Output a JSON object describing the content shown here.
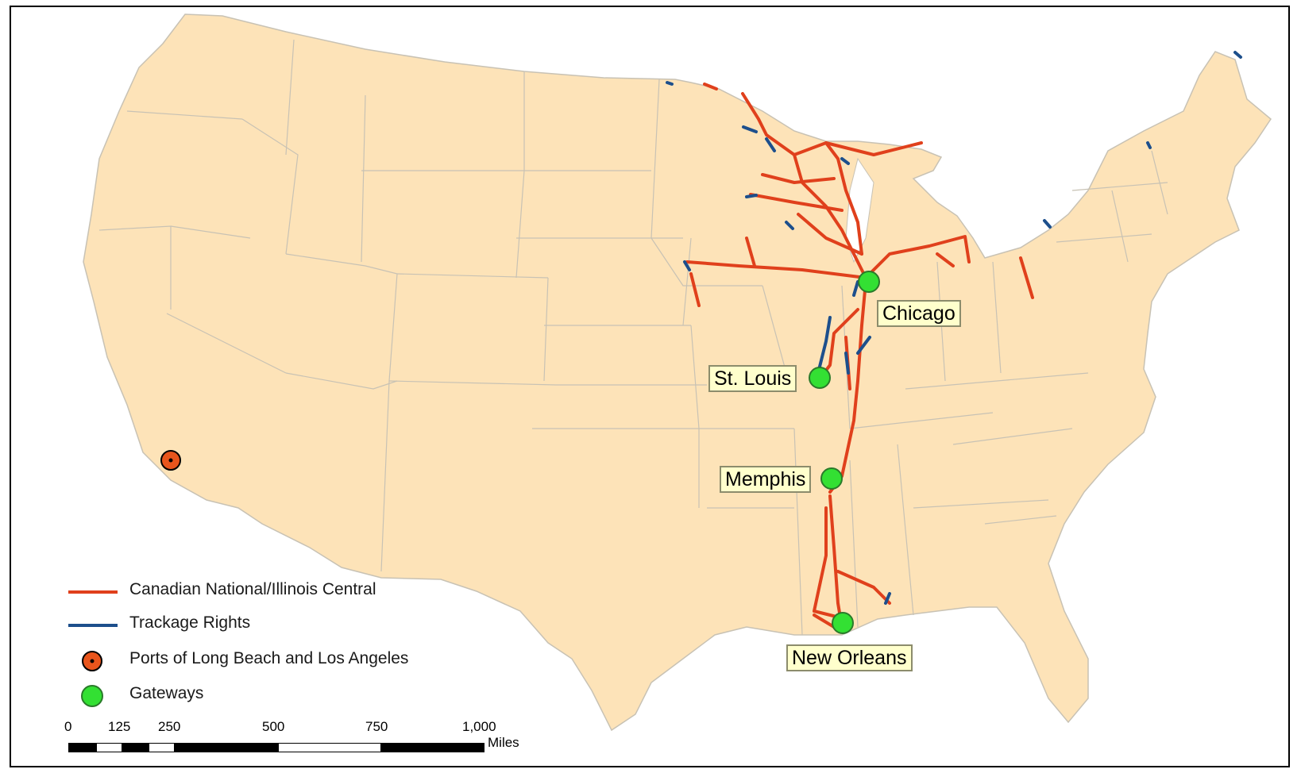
{
  "colors": {
    "land": "#fde3b8",
    "border": "#c8c2b4",
    "cn_line": "#e0401c",
    "trackage": "#1d4f8c",
    "port_fill": "#e8551c",
    "gateway_fill": "#33e033",
    "label_fill": "#ffffcc"
  },
  "cities": {
    "chicago": "Chicago",
    "st_louis": "St. Louis",
    "memphis": "Memphis",
    "new_orleans": "New Orleans"
  },
  "legend": {
    "cn": "Canadian National/Illinois Central",
    "trackage": "Trackage Rights",
    "ports": "Ports of Long Beach and Los Angeles",
    "gateways": "Gateways"
  },
  "scale": {
    "ticks": [
      "0",
      "125",
      "250",
      "500",
      "750",
      "1,000"
    ],
    "unit": "Miles"
  }
}
